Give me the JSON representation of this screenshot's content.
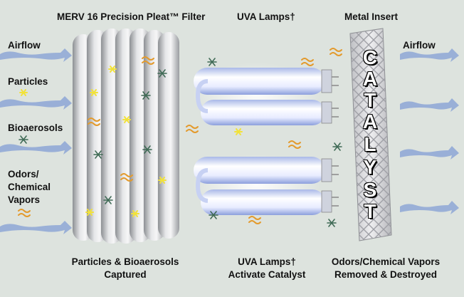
{
  "labels": {
    "filter_title": "MERV 16 Precision Pleat™ Filter",
    "uva_title": "UVA Lamps†",
    "metal_title": "Metal Insert",
    "airflow_left": "Airflow",
    "particles": "Particles",
    "bioaerosols": "Bioaerosols",
    "odors_line1": "Odors/",
    "odors_line2": "Chemical",
    "odors_line3": "Vapors",
    "airflow_right": "Airflow",
    "captured_line1": "Particles & Bioaerosols",
    "captured_line2": "Captured",
    "activate_line1": "UVA Lamps†",
    "activate_line2": "Activate Catalyst",
    "removed_line1": "Odors/Chemical Vapors",
    "removed_line2": "Removed & Destroyed"
  },
  "catalyst_letters": [
    "C",
    "A",
    "T",
    "A",
    "L",
    "Y",
    "S",
    "T"
  ],
  "colors": {
    "background": "#dde3de",
    "airflow_arrow": "#8ea7d6",
    "particle": "#f2e23a",
    "bioaerosol": "#3f6a55",
    "odor": "#e39a2c",
    "filter": "#c3c5c8",
    "lamp": "#e4e9fb"
  }
}
